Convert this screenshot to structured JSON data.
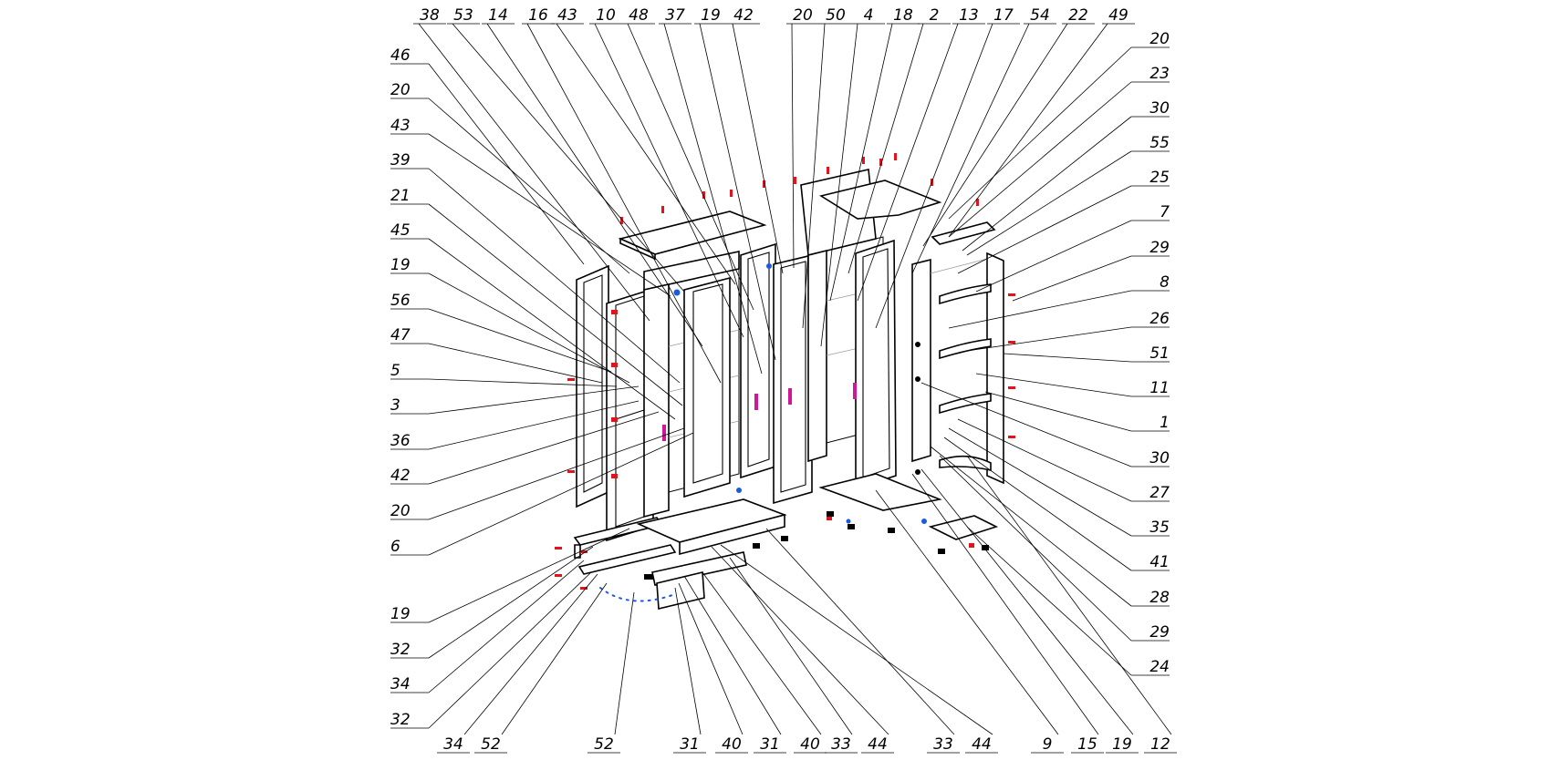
{
  "diagram": {
    "callouts_top": [
      "38",
      "53",
      "14",
      "16",
      "43",
      "10",
      "48",
      "37",
      "19",
      "42",
      "20",
      "50",
      "4",
      "18",
      "2",
      "13",
      "17",
      "54",
      "22",
      "49"
    ],
    "callouts_left": [
      "46",
      "20",
      "43",
      "39",
      "21",
      "45",
      "19",
      "56",
      "47",
      "5",
      "3",
      "36",
      "42",
      "20",
      "6",
      "19",
      "32",
      "34",
      "32"
    ],
    "callouts_right": [
      "20",
      "23",
      "30",
      "55",
      "25",
      "7",
      "29",
      "8",
      "26",
      "51",
      "11",
      "1",
      "30",
      "27",
      "35",
      "41",
      "28",
      "29",
      "24"
    ],
    "callouts_bottom": [
      "34",
      "52",
      "52",
      "31",
      "40",
      "31",
      "40",
      "33",
      "44",
      "33",
      "44",
      "9",
      "15",
      "19",
      "12"
    ],
    "colors": {
      "line": "#000000",
      "hardware_red": "#e0141a",
      "hardware_blue": "#1a5adf",
      "handle_magenta": "#d1169a",
      "ghost_line": "#9a9a9a"
    }
  }
}
